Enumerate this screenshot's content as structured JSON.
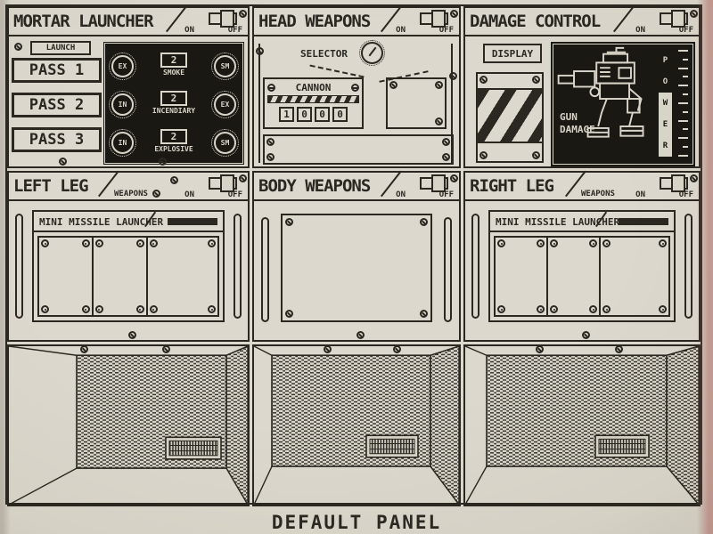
{
  "caption": "DEFAULT PANEL",
  "switch": {
    "on": "ON",
    "off": "OFF"
  },
  "colors": {
    "ink": "#2a2821",
    "paper": "#d8d3c7",
    "display_bg": "#191813"
  },
  "panels": {
    "mortar": {
      "title": "MORTAR LAUNCHER",
      "launch_label": "LAUNCH",
      "pass_buttons": [
        "PASS 1",
        "PASS 2",
        "PASS 3"
      ],
      "rows": [
        {
          "left": "EX",
          "count": "2",
          "type": "SMOKE",
          "right": "SM"
        },
        {
          "left": "IN",
          "count": "2",
          "type": "INCENDIARY",
          "right": "EX"
        },
        {
          "left": "IN",
          "count": "2",
          "type": "EXPLOSIVE",
          "right": "SM"
        }
      ]
    },
    "head": {
      "title": "HEAD WEAPONS",
      "selector_label": "SELECTOR",
      "cannon_label": "CANNON",
      "ammo_digits": [
        "1",
        "0",
        "0",
        "0"
      ]
    },
    "damage": {
      "title": "DAMAGE CONTROL",
      "display_button": "DISPLAY",
      "damage_lines": [
        "GUN",
        "DAMAGE"
      ],
      "power_letters": [
        "P",
        "O",
        "W",
        "E",
        "R"
      ]
    },
    "left_leg": {
      "title": "LEFT LEG",
      "subtitle": "WEAPONS",
      "launcher_label": "MINI MISSILE LAUNCHER"
    },
    "body": {
      "title": "BODY WEAPONS"
    },
    "right_leg": {
      "title": "RIGHT LEG",
      "subtitle": "WEAPONS",
      "launcher_label": "MINI MISSILE LAUNCHER"
    }
  }
}
